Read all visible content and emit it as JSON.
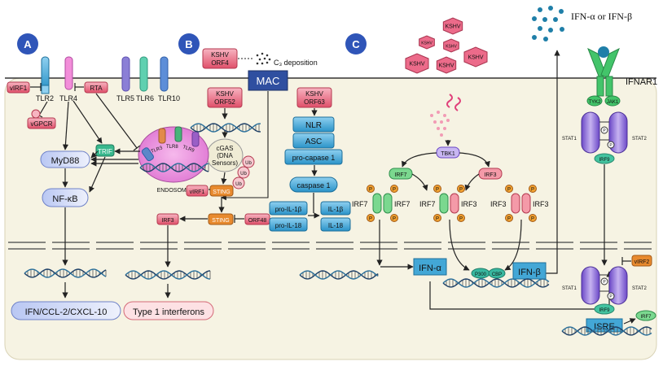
{
  "panels": {
    "a": "A",
    "b": "B",
    "c": "C"
  },
  "membrane_label": "IFNAR1",
  "colors": {
    "cell": "#f6f3e3",
    "pink": "#e5647a",
    "blue": "#43a7d6",
    "green": "#43c46a",
    "purple": "#8c6fd3",
    "orange": "#e88a2e",
    "mac": "#2f4fa0"
  },
  "a": {
    "virf1": "vIRF1",
    "tlr2": "TLR2",
    "tlr4": "TLR4",
    "rta": "RTA",
    "vgpcr": "vGPCR",
    "tlr5": "TLR5",
    "tlr6": "TLR6",
    "tlr10": "TLR10",
    "trif": "TRIF",
    "myd88": "MyD88",
    "nfkb": "NF-κB",
    "output": "IFN/CCL-2/CXCL-10"
  },
  "b": {
    "orf4_1": "KSHV",
    "orf4_2": "ORF4",
    "c3": "C₃ deposition",
    "mac": "MAC",
    "orf52_1": "KSHV",
    "orf52_2": "ORF52",
    "cgas_1": "cGAS",
    "cgas_2": "(DNA",
    "cgas_3": "Sensors)",
    "tlr3": "TLR3",
    "tlr8": "TLR8",
    "tlr9": "TLR9",
    "endosome": "ENDOSOME",
    "virf1": "vIRF1",
    "sting": "STING",
    "ub": "Ub",
    "orf48": "ORF48",
    "irf3": "IRF3",
    "output": "Type 1 interferons"
  },
  "inflam": {
    "orf63_1": "KSHV",
    "orf63_2": "ORF63",
    "nlr": "NLR",
    "asc": "ASC",
    "procasp": "pro-capase 1",
    "casp": "caspase 1",
    "proil1b": "pro-IL-1β",
    "proil18": "pro-IL-18",
    "il1b": "IL-1β",
    "il18": "IL-18"
  },
  "c": {
    "kshv": "KSHV",
    "tbk1": "TBK1",
    "irf7": "IRF7",
    "irf3": "IRF3",
    "p": "P",
    "ifna": "IFN-α",
    "ifnb": "IFN-β",
    "p300": "P300",
    "cbp": "CBP"
  },
  "ifn": {
    "ligand": "IFN-α or IFN-β",
    "tyk2": "TYK2",
    "jak1": "JAK1",
    "stat1": "STAT1",
    "stat2": "STAT2",
    "irf9": "IRF9",
    "virf2": "vIRF2",
    "irf7": "IRF7",
    "isre": "ISRE"
  }
}
